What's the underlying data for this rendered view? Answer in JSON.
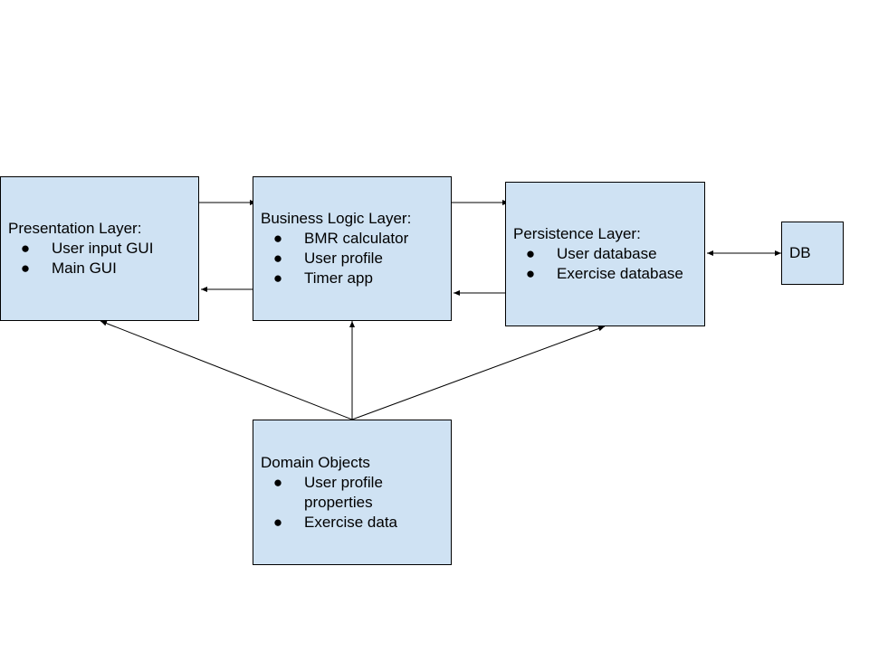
{
  "diagram": {
    "colors": {
      "box_fill": "#cfe2f3",
      "stroke": "#000000",
      "text": "#000000"
    },
    "bullet_glyph": "●",
    "nodes": {
      "presentation": {
        "title": "Presentation Layer:",
        "items": [
          "User input GUI",
          "Main GUI"
        ]
      },
      "business": {
        "title": "Business Logic Layer:",
        "items": [
          "BMR calculator",
          "User profile",
          "Timer app"
        ]
      },
      "persistence": {
        "title": "Persistence Layer:",
        "items": [
          "User database",
          "Exercise database"
        ]
      },
      "db": {
        "title": "DB",
        "items": []
      },
      "domain": {
        "title": "Domain Objects",
        "items": [
          "User profile properties",
          "Exercise data"
        ]
      }
    },
    "edges": [
      {
        "from": "presentation",
        "to": "business",
        "direction": "forward"
      },
      {
        "from": "business",
        "to": "presentation",
        "direction": "forward"
      },
      {
        "from": "business",
        "to": "persistence",
        "direction": "forward"
      },
      {
        "from": "persistence",
        "to": "business",
        "direction": "forward"
      },
      {
        "from": "persistence",
        "to": "db",
        "direction": "both"
      },
      {
        "from": "domain",
        "to": "presentation",
        "direction": "forward"
      },
      {
        "from": "domain",
        "to": "business",
        "direction": "forward"
      },
      {
        "from": "domain",
        "to": "persistence",
        "direction": "forward"
      }
    ]
  }
}
